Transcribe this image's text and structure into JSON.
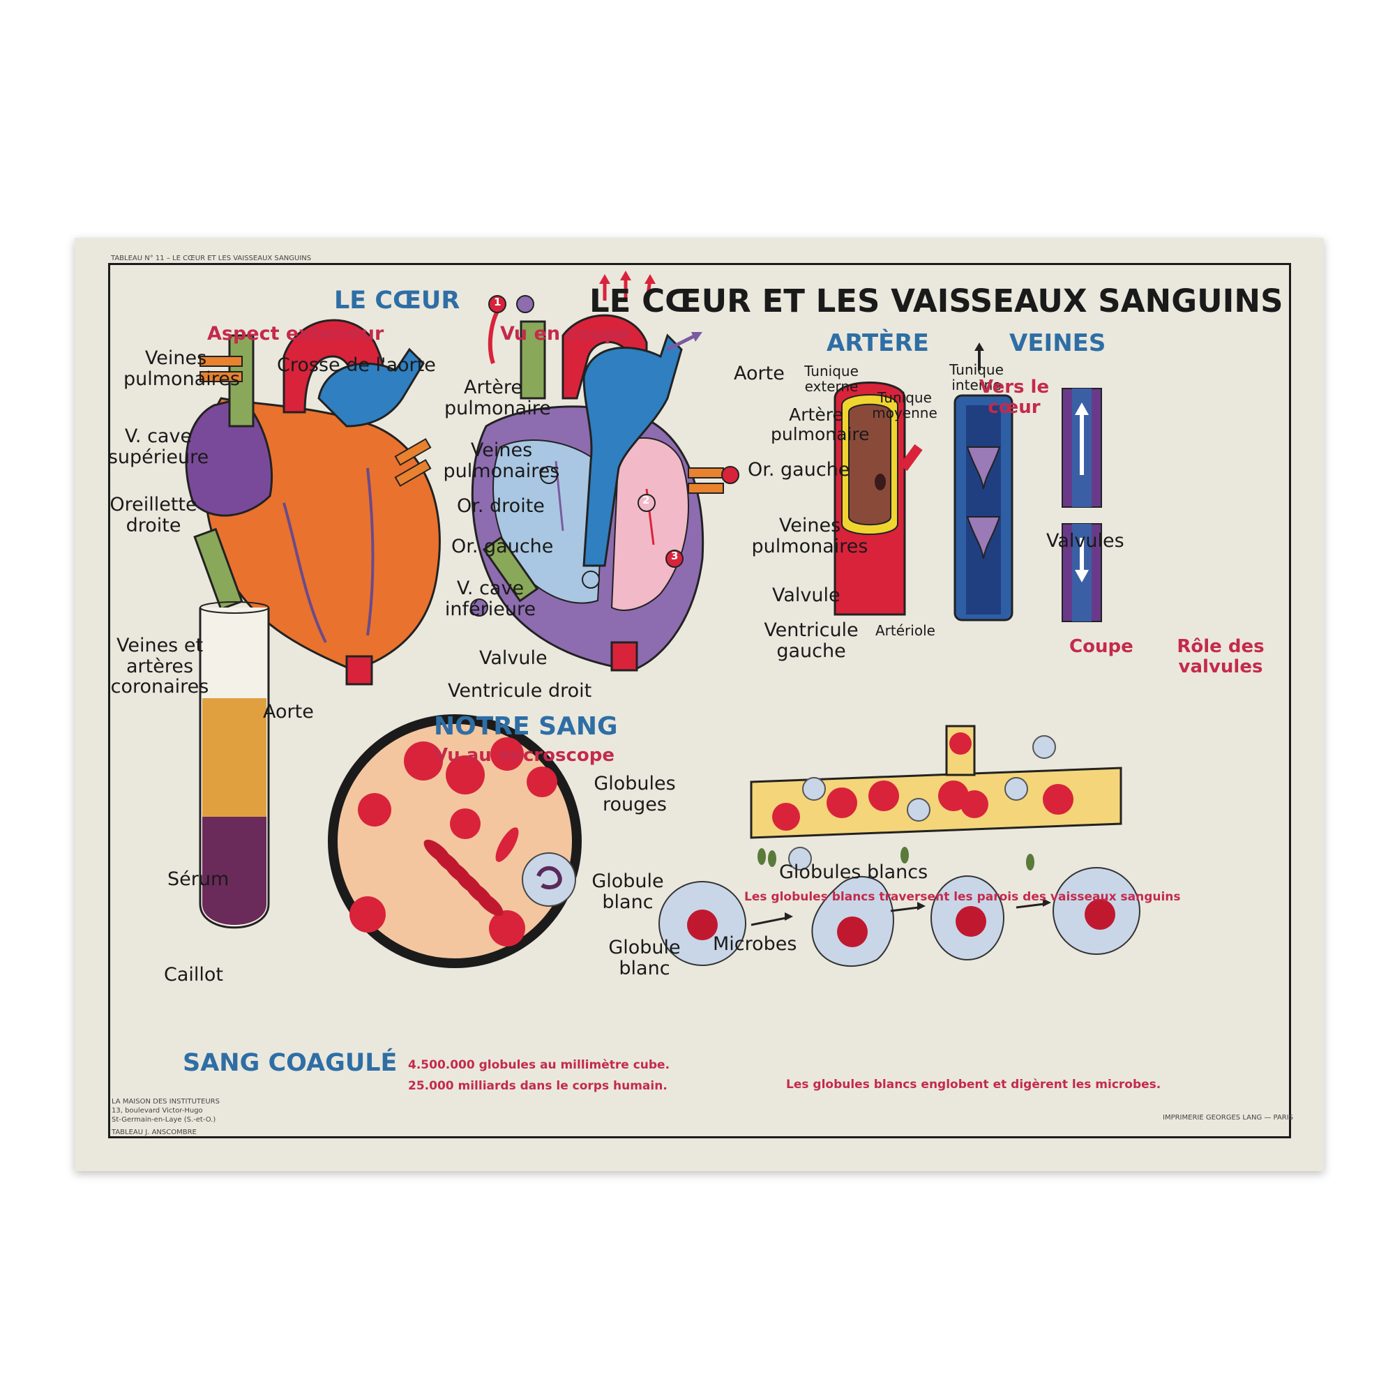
{
  "header": {
    "top_note": "TABLEAU N° 11 – LE CŒUR ET LES VAISSEAUX SANGUINS",
    "main_title": "LE CŒUR ET LES VAISSEAUX SANGUINS"
  },
  "heart": {
    "section_title": "LE CŒUR",
    "exterior_title": "Aspect extérieur",
    "section_view_title": "Vu en coupe",
    "ext_labels": {
      "veines_pulm": "Veines pulmonaires",
      "crosse": "Crosse de l'aorte",
      "artere_pulm": "Artère pulmonaire",
      "vcave_sup": "V. cave supérieure",
      "oreillette_dr": "Oreillette droite",
      "veines_arteres": "Veines et artères coronaires",
      "aorte": "Aorte"
    },
    "mid_labels": {
      "veines_pulm": "Veines pulmonaires",
      "or_droite": "Or. droite",
      "or_gauche": "Or. gauche",
      "vcave_inf": "V. cave inférieure",
      "valvule": "Valvule",
      "ventricule_droit": "Ventricule droit"
    },
    "cut_labels": {
      "aorte": "Aorte",
      "artere_pulm": "Artère pulmonaire",
      "or_gauche": "Or. gauche",
      "veines_pulm": "Veines pulmonaires",
      "valvule": "Valvule",
      "ventricule_gauche": "Ventricule gauche"
    },
    "numbers": [
      "1",
      "2",
      "3"
    ]
  },
  "artery": {
    "title": "ARTÈRE",
    "tunique_externe": "Tunique externe",
    "tunique_interne": "Tunique interne",
    "tunique_moyenne": "Tunique moyenne",
    "arteriole": "Artériole"
  },
  "veins": {
    "title": "VEINES",
    "vers_le_coeur": "Vers le cœur",
    "valvules": "Valvules",
    "coupe": "Coupe",
    "role": "Rôle des valvules"
  },
  "blood": {
    "title": "NOTRE SANG",
    "subtitle": "Vu au microscope",
    "globules_rouges": "Globules rouges",
    "globule_blanc": "Globule blanc",
    "stat1": "4.500.000 globules au millimètre cube.",
    "stat2": "25.000 milliards dans le corps humain."
  },
  "coag": {
    "serum": "Sérum",
    "caillot": "Caillot",
    "title": "SANG COAGULÉ"
  },
  "vessel": {
    "globules_blancs": "Globules blancs",
    "caption": "Les globules blancs traversent les parois des vaisseaux sanguins"
  },
  "phago": {
    "globule_blanc": "Globule blanc",
    "microbes": "Microbes",
    "caption": "Les globules blancs englobent et digèrent les microbes."
  },
  "footer": {
    "publisher": "LA MAISON DES INSTITUTEURS",
    "address1": "13, boulevard Victor-Hugo",
    "address2": "St-Germain-en-Laye (S.-et-O.)",
    "tableau": "TABLEAU J. ANSCOMBRE",
    "printer": "IMPRIMERIE GEORGES LANG — PARIS"
  }
}
